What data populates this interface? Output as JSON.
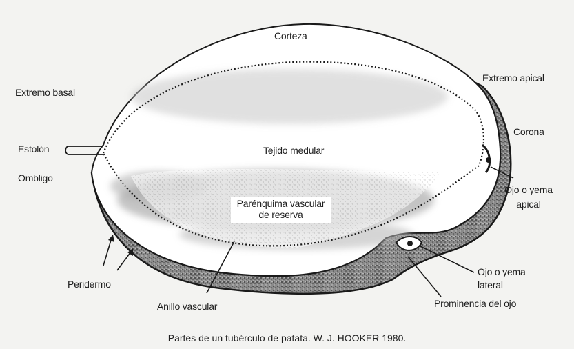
{
  "labels": {
    "corteza": "Corteza",
    "extremo_basal": "Extremo basal",
    "extremo_apical": "Extremo apical",
    "corona": "Corona",
    "estolon": "Estolón",
    "ombligo": "Ombligo",
    "tejido_medular": "Tejido medular",
    "parenquima_line1": "Parénquima vascular",
    "parenquima_line2": "de reserva",
    "yema_apical_line1": "Ojo o yema",
    "yema_apical_line2": "apical",
    "yema_lateral_line1": "Ojo o yema",
    "yema_lateral_line2": "lateral",
    "peridermo": "Peridermo",
    "anillo_vascular": "Anillo vascular",
    "prominencia": "Prominencia del ojo"
  },
  "caption": "Partes de un tubérculo de patata. W. J. HOOKER 1980."
}
